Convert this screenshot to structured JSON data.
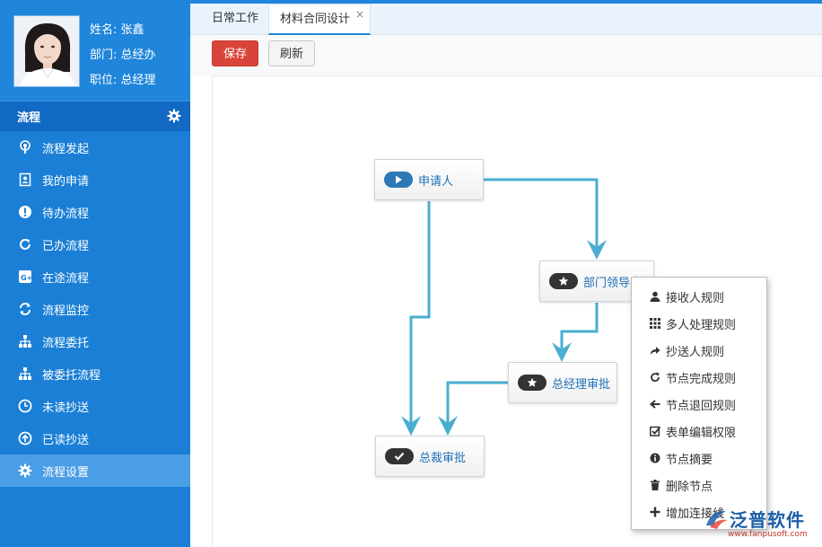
{
  "profile": {
    "name": "姓名: 张鑫",
    "department": "部门: 总经办",
    "position": "职位: 总经理"
  },
  "sidebar": {
    "section_title": "流程",
    "items": [
      {
        "label": "流程发起",
        "icon": "podcast-icon"
      },
      {
        "label": "我的申请",
        "icon": "contact-icon"
      },
      {
        "label": "待办流程",
        "icon": "exclamation-icon"
      },
      {
        "label": "已办流程",
        "icon": "refresh-icon"
      },
      {
        "label": "在途流程",
        "icon": "gplus-icon"
      },
      {
        "label": "流程监控",
        "icon": "sync-icon"
      },
      {
        "label": "流程委托",
        "icon": "sitemap-icon"
      },
      {
        "label": "被委托流程",
        "icon": "sitemap-icon"
      },
      {
        "label": "未读抄送",
        "icon": "clock-icon"
      },
      {
        "label": "已读抄送",
        "icon": "up-circle-icon"
      },
      {
        "label": "流程设置",
        "icon": "gear-icon"
      }
    ],
    "active_index": 10
  },
  "tabs": {
    "daily": "日常工作",
    "design": "材料合同设计",
    "close": "×"
  },
  "toolbar": {
    "save_label": "保存",
    "refresh_label": "刷新"
  },
  "flow": {
    "nodes": [
      {
        "id": "applicant",
        "label": "申请人",
        "icon": "play-icon"
      },
      {
        "id": "dept-leader",
        "label": "部门领导审批",
        "icon": "star-icon"
      },
      {
        "id": "gm",
        "label": "总经理审批",
        "icon": "star-icon"
      },
      {
        "id": "president",
        "label": "总裁审批",
        "icon": "check-icon"
      }
    ]
  },
  "context_menu": {
    "items": [
      {
        "label": "接收人规则",
        "icon": "user-icon"
      },
      {
        "label": "多人处理规则",
        "icon": "grid-icon"
      },
      {
        "label": "抄送人规则",
        "icon": "share-icon"
      },
      {
        "label": "节点完成规则",
        "icon": "refresh-icon"
      },
      {
        "label": "节点退回规则",
        "icon": "arrow-left-icon"
      },
      {
        "label": "表单编辑权限",
        "icon": "check-square-icon"
      },
      {
        "label": "节点摘要",
        "icon": "info-icon"
      },
      {
        "label": "删除节点",
        "icon": "trash-icon"
      },
      {
        "label": "增加连接线",
        "icon": "plus-icon"
      }
    ]
  },
  "watermark": {
    "name": "泛普软件",
    "url": "www.fanpusoft.com"
  },
  "colors": {
    "sidebar_bg": "#1b7fd6",
    "sidebar_active": "#4a9ee6",
    "wire": "#4aaed0",
    "save_btn": "#d9443a",
    "node_text": "#1d6fb8"
  }
}
